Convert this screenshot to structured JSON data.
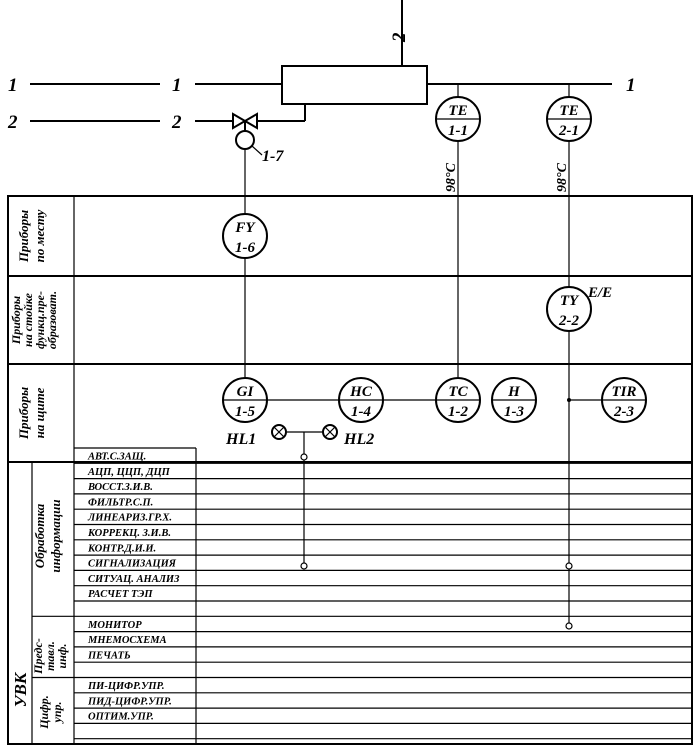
{
  "process": {
    "line_1": {
      "left": "1",
      "mid": "1",
      "right": "1"
    },
    "line_2": {
      "left": "2",
      "mid": "2",
      "top": "2"
    },
    "valve_tag": "1-7",
    "temp_left": "98°C",
    "temp_right": "98°C",
    "converter_tag": "E/E"
  },
  "instruments": {
    "te11": {
      "letters": "TE",
      "num": "1-1"
    },
    "te21": {
      "letters": "TE",
      "num": "2-1"
    },
    "fy16": {
      "letters": "FY",
      "num": "1-6"
    },
    "ty22": {
      "letters": "TY",
      "num": "2-2"
    },
    "gi15": {
      "letters": "GI",
      "num": "1-5"
    },
    "hc14": {
      "letters": "HC",
      "num": "1-4"
    },
    "tc12": {
      "letters": "TC",
      "num": "1-2"
    },
    "h13": {
      "letters": "H",
      "num": "1-3"
    },
    "tir23": {
      "letters": "TIR",
      "num": "2-3"
    }
  },
  "lamps": {
    "hl1": "HL1",
    "hl2": "HL2"
  },
  "sections": {
    "local": "Приборы по месту",
    "rack": "Приборы на стойке функц.пре-образоват.",
    "panel": "Приборы на щите"
  },
  "uvk": {
    "label": "УВК",
    "group_processing": "Обработка информации",
    "group_presentation": "Предс-тавл. инф.",
    "group_control": "Цифр. упр.",
    "rows": [
      "АВТ.С.ЗАЩ.",
      "АЦП, ЦЦП, ДЦП",
      "ВОССТ.З.И.В.",
      "ФИЛЬТР.С.П.",
      "ЛИНЕАРИЗ.ГР.Х.",
      "КОРРЕКЦ. З.И.В.",
      "КОНТР.Д.И.И.",
      "СИГНАЛИЗАЦИЯ",
      "СИТУАЦ. АНАЛИЗ",
      "РАСЧЕТ ТЭП",
      "",
      "МОНИТОР",
      "МНЕМОСХЕМА",
      "ПЕЧАТЬ",
      "",
      "ПИ-ЦИФР.УПР.",
      "ПИД-ЦИФР.УПР.",
      "ОПТИМ.УПР.",
      ""
    ]
  }
}
